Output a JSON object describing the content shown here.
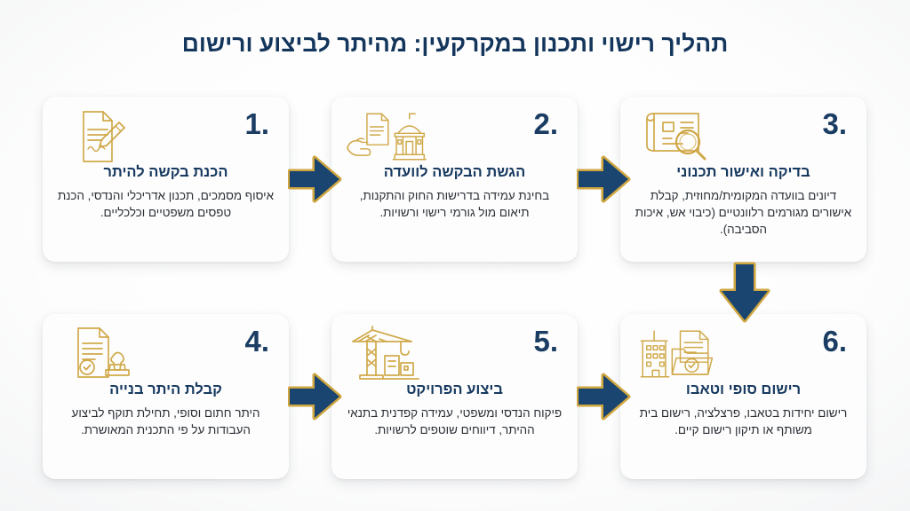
{
  "title": "תהליך רישוי ותכנון במקרקעין: מהיתר לביצוע ורישום",
  "colors": {
    "navy": "#14365c",
    "card_title": "#183a60",
    "gold": "#d4ad49",
    "arrow_fill": "#17416b",
    "arrow_stroke": "#cfa63f",
    "body_text": "#2a2f36",
    "background": "#f4f5f6"
  },
  "steps": [
    {
      "number": "1.",
      "icon": "document-pen-icon",
      "title": "הכנת בקשה להיתר",
      "body": "איסוף מסמכים, תכנון אדריכלי והנדסי, הכנת טפסים משפטיים וכלכליים."
    },
    {
      "number": "2.",
      "icon": "hand-document-government-icon",
      "title": "הגשת הבקשה לוועדה",
      "body": "בחינת עמידה בדרישות החוק והתקנות, תיאום מול גורמי רישוי ורשויות."
    },
    {
      "number": "3.",
      "icon": "blueprint-magnifier-icon",
      "title": "בדיקה ואישור תכנוני",
      "body": "דיונים בוועדה המקומית/מחוזית, קבלת אישורים מגורמים רלוונטיים (כיבוי אש, איכות הסביבה)."
    },
    {
      "number": "4.",
      "icon": "certificate-stamp-icon",
      "title": "קבלת היתר בנייה",
      "body": "היתר חתום וסופי, תחילת תוקף לביצוע העבודות על פי התכנית המאושרת."
    },
    {
      "number": "5.",
      "icon": "construction-crane-icon",
      "title": "ביצוע הפרויקט",
      "body": "פיקוח הנדסי ומשפטי, עמידה קפדנית בתנאי ההיתר, דיווחים שוטפים לרשויות."
    },
    {
      "number": "6.",
      "icon": "building-folder-check-icon",
      "title": "רישום סופי וטאבו",
      "body": "רישום יחידות בטאבו, פרצלציה, רישום בית משותף או תיקון רישום קיים."
    }
  ],
  "arrows": [
    {
      "name": "arrow-step1-to-step2",
      "direction": "right"
    },
    {
      "name": "arrow-step2-to-step3",
      "direction": "right"
    },
    {
      "name": "arrow-step3-to-step6",
      "direction": "down"
    },
    {
      "name": "arrow-step4-to-step5",
      "direction": "right"
    },
    {
      "name": "arrow-step5-to-step6",
      "direction": "right"
    }
  ]
}
